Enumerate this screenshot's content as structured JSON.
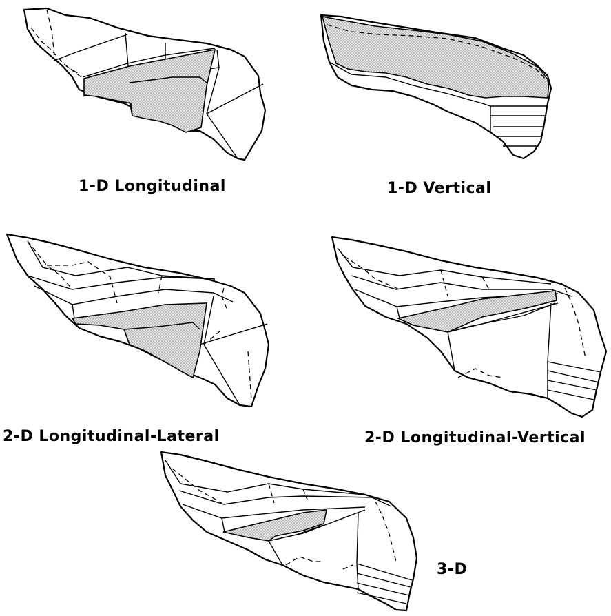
{
  "panels": [
    {
      "key": "1d_longitudinal",
      "caption": "1-D Longitudinal"
    },
    {
      "key": "1d_vertical",
      "caption": "1-D Vertical"
    },
    {
      "key": "2d_longitudinal_lateral",
      "caption": "2-D Longitudinal-Lateral"
    },
    {
      "key": "2d_longitudinal_vertical",
      "caption": "2-D Longitudinal-Vertical"
    },
    {
      "key": "3d",
      "caption": "3-D"
    }
  ],
  "colors": {
    "outline": "#000000",
    "shade": "#c8c8c8",
    "background": "#ffffff"
  }
}
